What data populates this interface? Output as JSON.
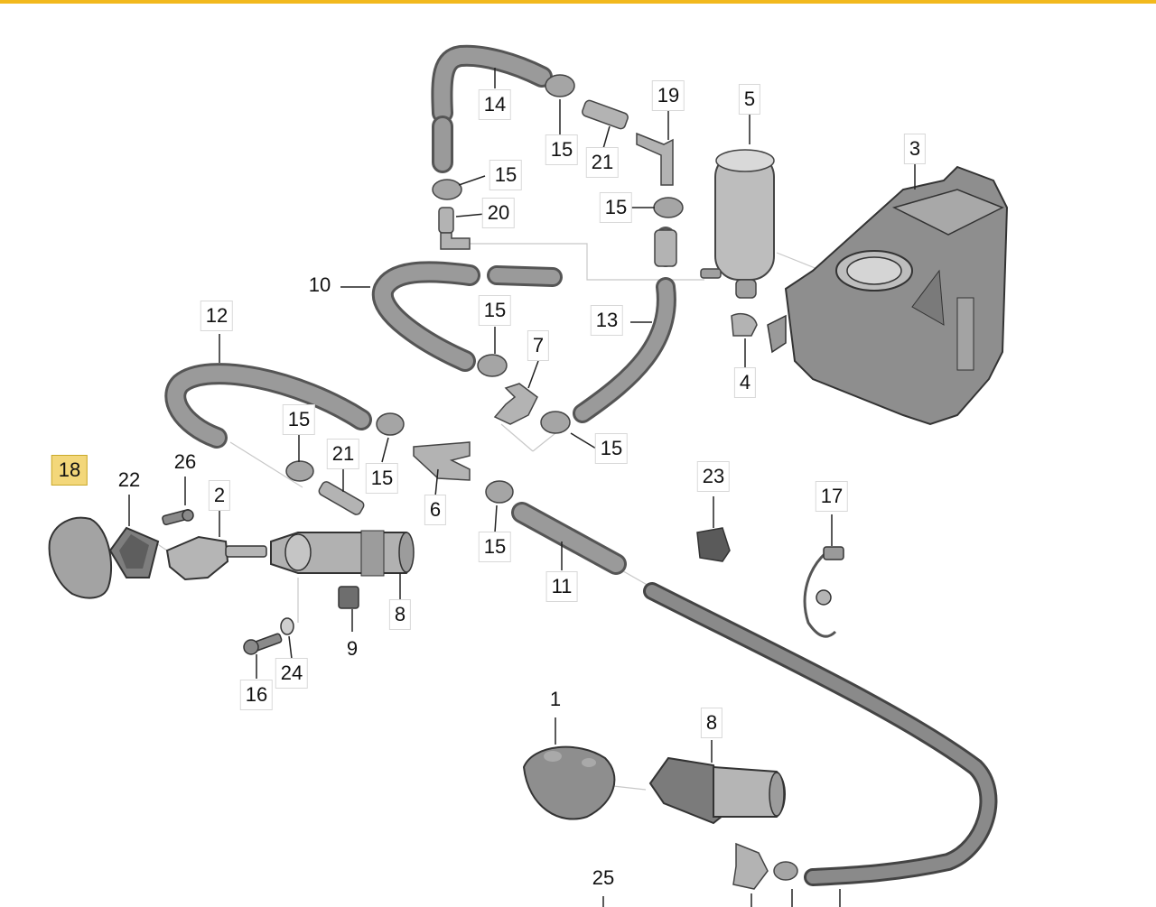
{
  "diagram": {
    "highlight_color": "#f3d77a",
    "accent_bar_color": "#f2b91d",
    "part_color": "#8f8f8f",
    "highlighted_part": "18",
    "callouts": [
      {
        "id": "c14",
        "text": "14"
      },
      {
        "id": "c19",
        "text": "19"
      },
      {
        "id": "c5",
        "text": "5"
      },
      {
        "id": "c3",
        "text": "3"
      },
      {
        "id": "c15a",
        "text": "15"
      },
      {
        "id": "c21a",
        "text": "21"
      },
      {
        "id": "c15b",
        "text": "15"
      },
      {
        "id": "c20",
        "text": "20"
      },
      {
        "id": "c15c",
        "text": "15"
      },
      {
        "id": "c10",
        "text": "10"
      },
      {
        "id": "c15d",
        "text": "15"
      },
      {
        "id": "c13",
        "text": "13"
      },
      {
        "id": "c12",
        "text": "12"
      },
      {
        "id": "c7",
        "text": "7"
      },
      {
        "id": "c4",
        "text": "4"
      },
      {
        "id": "c15e",
        "text": "15"
      },
      {
        "id": "c15f",
        "text": "15"
      },
      {
        "id": "c18",
        "text": "18"
      },
      {
        "id": "c22",
        "text": "22"
      },
      {
        "id": "c26",
        "text": "26"
      },
      {
        "id": "c21b",
        "text": "21"
      },
      {
        "id": "c15g",
        "text": "15"
      },
      {
        "id": "c23",
        "text": "23"
      },
      {
        "id": "c17",
        "text": "17"
      },
      {
        "id": "c2",
        "text": "2"
      },
      {
        "id": "c6",
        "text": "6"
      },
      {
        "id": "c15h",
        "text": "15"
      },
      {
        "id": "c11",
        "text": "11"
      },
      {
        "id": "c8a",
        "text": "8"
      },
      {
        "id": "c9",
        "text": "9"
      },
      {
        "id": "c24",
        "text": "24"
      },
      {
        "id": "c16",
        "text": "16"
      },
      {
        "id": "c1",
        "text": "1"
      },
      {
        "id": "c8b",
        "text": "8"
      },
      {
        "id": "c25",
        "text": "25"
      }
    ]
  }
}
